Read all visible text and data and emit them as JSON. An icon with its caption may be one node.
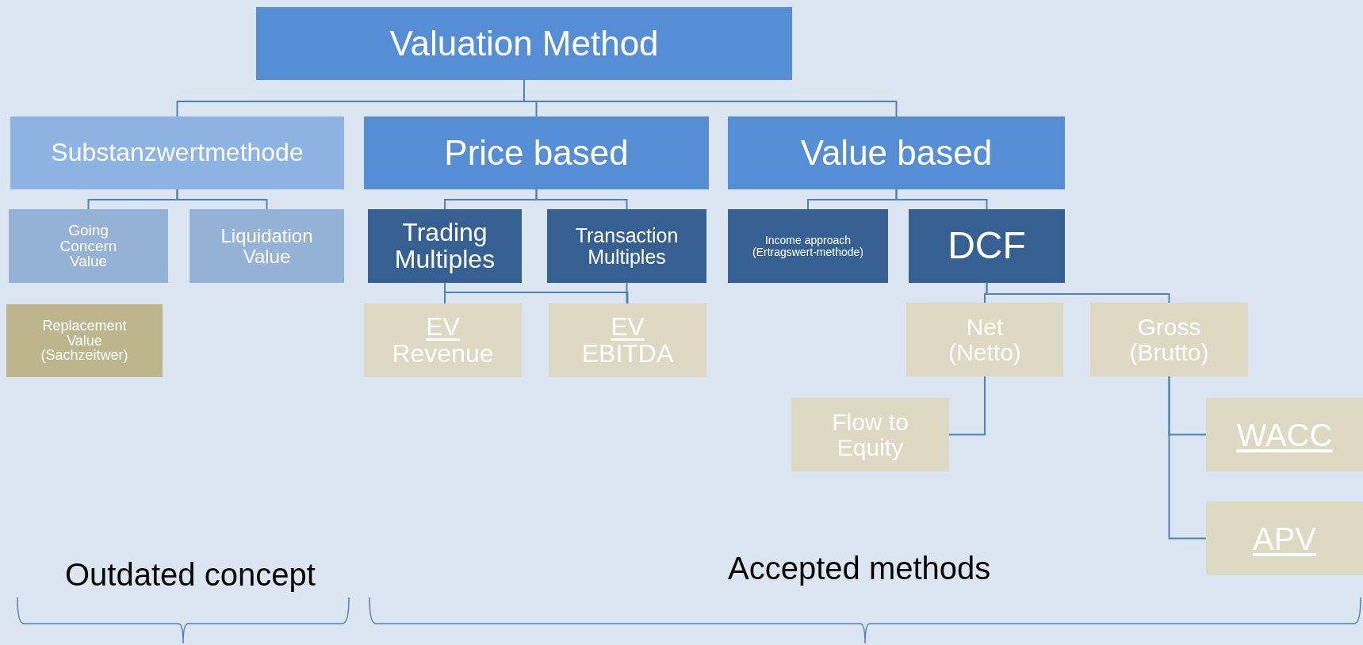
{
  "diagram": {
    "nodes": [
      {
        "text": [
          "Valuation Method"
        ]
      },
      {
        "text": [
          "Substanzwertmethode"
        ]
      },
      {
        "text": [
          "Price based"
        ]
      },
      {
        "text": [
          "Value based"
        ]
      },
      {
        "text": [
          "Going Concern Value"
        ]
      },
      {
        "text": [
          "Liquidation Value"
        ]
      },
      {
        "text": [
          "Replacement Value (Sachzeitwer)"
        ]
      },
      {
        "text": [
          "Trading Multiples"
        ]
      },
      {
        "text": [
          "Transaction Multiples"
        ]
      },
      {
        "text": [
          "Income approach (Ertragswert-methode)"
        ]
      },
      {
        "text": [
          "DCF"
        ]
      },
      {
        "text": [
          "EV",
          "Revenue"
        ]
      },
      {
        "text": [
          "EV",
          "EBITDA"
        ]
      },
      {
        "text": [
          "Net (Netto)"
        ]
      },
      {
        "text": [
          "Gross (Brutto)"
        ]
      },
      {
        "text": [
          "Flow to Equity"
        ]
      },
      {
        "text": [
          "WACC"
        ]
      },
      {
        "text": [
          "APV"
        ]
      }
    ],
    "edges": [
      {
        "from": 0,
        "to": 1,
        "arrow": "none"
      },
      {
        "from": 0,
        "to": 2,
        "arrow": "none"
      },
      {
        "from": 0,
        "to": 3,
        "arrow": "none"
      },
      {
        "from": 1,
        "to": 4,
        "arrow": "none"
      },
      {
        "from": 1,
        "to": 5,
        "arrow": "none"
      },
      {
        "from": 2,
        "to": 7,
        "arrow": "none"
      },
      {
        "from": 2,
        "to": 8,
        "arrow": "none"
      },
      {
        "from": 3,
        "to": 9,
        "arrow": "none"
      },
      {
        "from": 3,
        "to": 10,
        "arrow": "none"
      },
      {
        "from": 7,
        "to": 11,
        "arrow": "none"
      },
      {
        "from": 7,
        "to": 12,
        "arrow": "none"
      },
      {
        "from": 8,
        "to": 12,
        "arrow": "none"
      },
      {
        "from": 10,
        "to": 13,
        "arrow": "none"
      },
      {
        "from": 10,
        "to": 14,
        "arrow": "none"
      },
      {
        "from": 13,
        "to": 15,
        "arrow": "none"
      },
      {
        "from": 14,
        "to": 16,
        "arrow": "none"
      },
      {
        "from": 14,
        "to": 17,
        "arrow": "none"
      }
    ],
    "labels": [
      "Outdated concept",
      "Accepted methods"
    ]
  }
}
